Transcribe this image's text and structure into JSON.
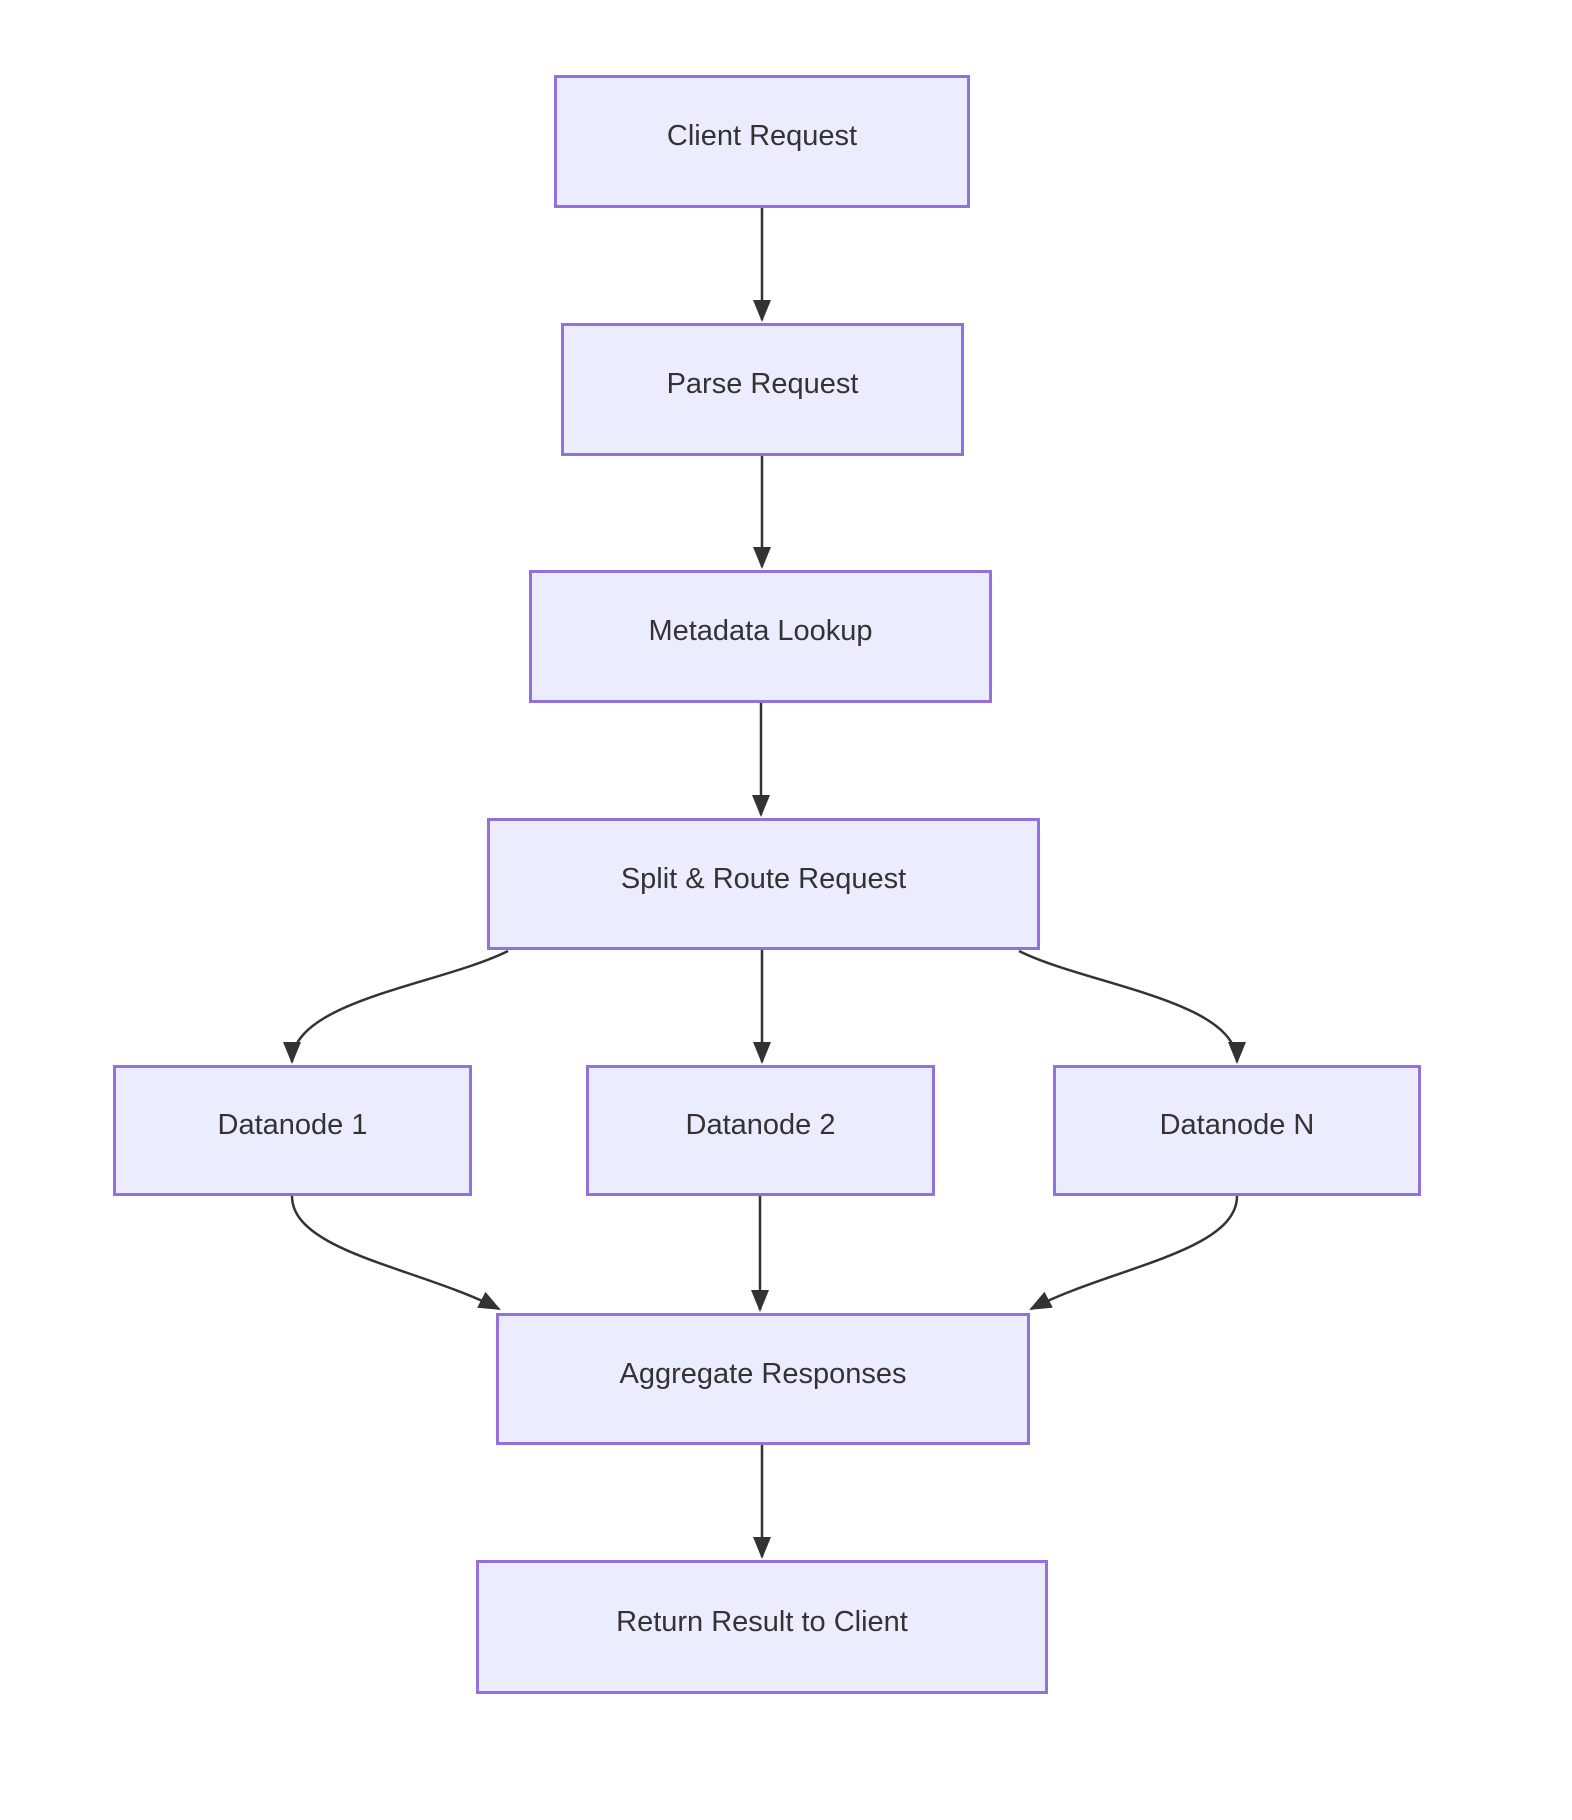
{
  "diagram": {
    "type": "flowchart",
    "orientation": "top-down",
    "nodes": [
      {
        "id": "client",
        "label": "Client Request"
      },
      {
        "id": "parse",
        "label": "Parse Request"
      },
      {
        "id": "metadata",
        "label": "Metadata Lookup"
      },
      {
        "id": "split",
        "label": "Split & Route Request"
      },
      {
        "id": "datanode1",
        "label": "Datanode 1"
      },
      {
        "id": "datanode2",
        "label": "Datanode 2"
      },
      {
        "id": "datanodeN",
        "label": "Datanode N"
      },
      {
        "id": "aggregate",
        "label": "Aggregate Responses"
      },
      {
        "id": "return",
        "label": "Return Result to Client"
      }
    ],
    "edges": [
      {
        "from": "client",
        "to": "parse"
      },
      {
        "from": "parse",
        "to": "metadata"
      },
      {
        "from": "metadata",
        "to": "split"
      },
      {
        "from": "split",
        "to": "datanode1"
      },
      {
        "from": "split",
        "to": "datanode2"
      },
      {
        "from": "split",
        "to": "datanodeN"
      },
      {
        "from": "datanode1",
        "to": "aggregate"
      },
      {
        "from": "datanode2",
        "to": "aggregate"
      },
      {
        "from": "datanodeN",
        "to": "aggregate"
      },
      {
        "from": "aggregate",
        "to": "return"
      }
    ],
    "colors": {
      "node_fill": "#ECECFF",
      "node_border": "#9370DB",
      "edge": "#333333",
      "text": "#333333",
      "background": "#FFFFFF"
    }
  }
}
